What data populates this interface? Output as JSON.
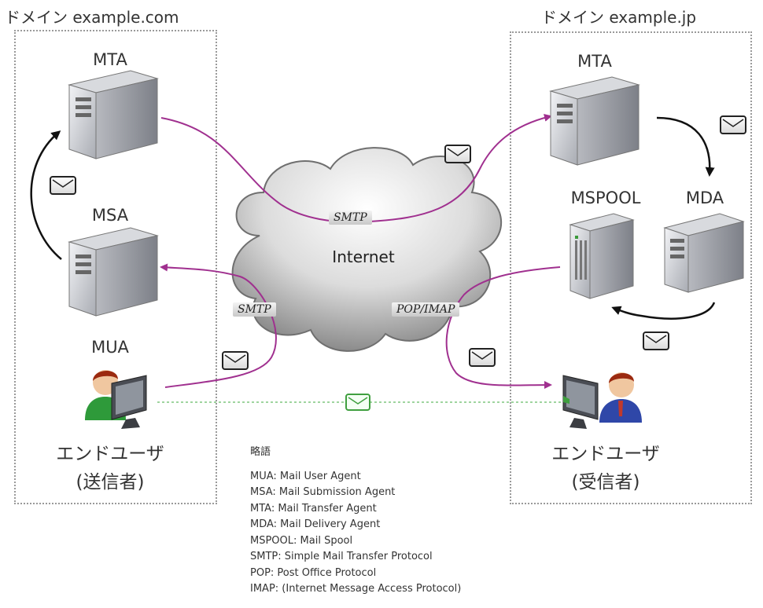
{
  "domains": {
    "left": "ドメイン example.com",
    "right": "ドメイン example.jp"
  },
  "nodes": {
    "left_mta": "MTA",
    "msa": "MSA",
    "mua": "MUA",
    "right_mta": "MTA",
    "mspool": "MSPOOL",
    "mda": "MDA"
  },
  "cloud": "Internet",
  "protocols": {
    "smtp_top": "SMTP",
    "smtp_left": "SMTP",
    "pop_imap": "POP/IMAP"
  },
  "users": {
    "sender_line1": "エンドユーザ",
    "sender_line2": "(送信者)",
    "receiver_line1": "エンドユーザ",
    "receiver_line2": "(受信者)"
  },
  "legend": {
    "title": "略語",
    "items": [
      "MUA: Mail User Agent",
      "MSA: Mail Submission Agent",
      "MTA: Mail Transfer Agent",
      "MDA: Mail Delivery Agent",
      "MSPOOL: Mail Spool",
      "SMTP: Simple Mail Transfer Protocol",
      "POP: Post Office Protocol",
      "IMAP: (Internet Message Access Protocol)"
    ]
  },
  "colors": {
    "flow": "#a0308f",
    "arrow": "#111111",
    "box_border": "#9a9a9a",
    "direct_line": "#9fd49f"
  }
}
